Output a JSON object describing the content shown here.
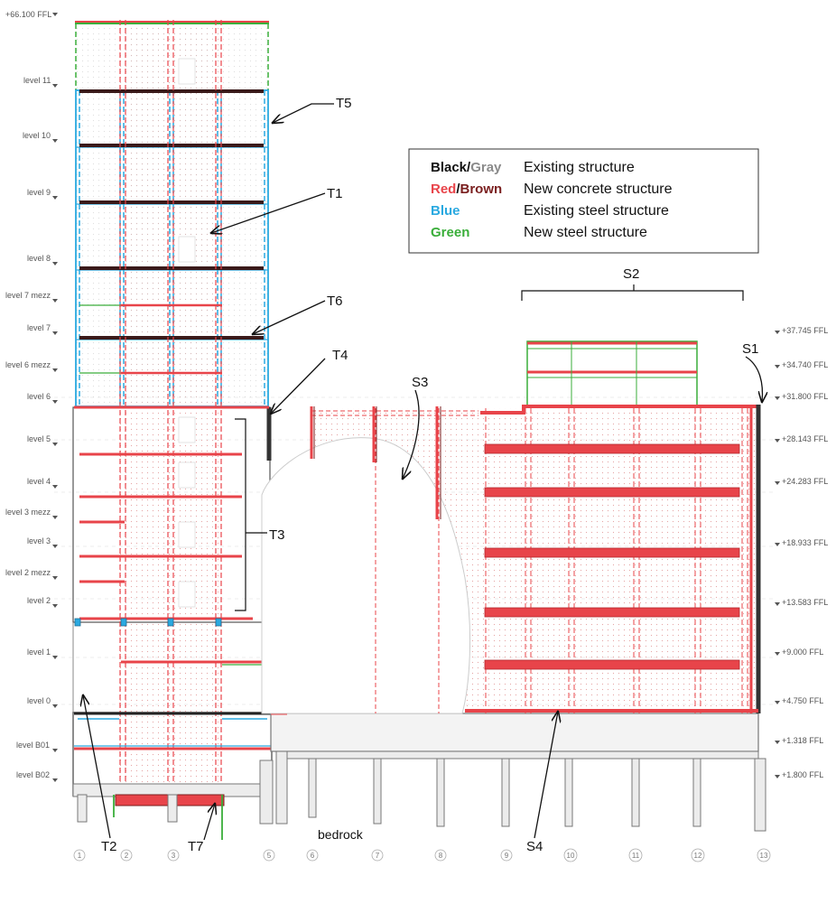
{
  "colors": {
    "existing": "#222222",
    "existing_gray": "#888888",
    "new_concrete": "#e8444a",
    "new_concrete_brown": "#7a1f1f",
    "existing_steel": "#2aa9e0",
    "new_steel": "#3aae3a"
  },
  "levels_left": [
    {
      "label": "+66.100 FFL"
    },
    {
      "label": "level 11"
    },
    {
      "label": "level 10"
    },
    {
      "label": "level 9"
    },
    {
      "label": "level 8"
    },
    {
      "label": "level 7 mezz"
    },
    {
      "label": "level 7"
    },
    {
      "label": "level 6 mezz"
    },
    {
      "label": "level 6"
    },
    {
      "label": "level 5"
    },
    {
      "label": "level 4"
    },
    {
      "label": "level 3 mezz"
    },
    {
      "label": "level 3"
    },
    {
      "label": "level 2 mezz"
    },
    {
      "label": "level 2"
    },
    {
      "label": "level 1"
    },
    {
      "label": "level 0"
    },
    {
      "label": "level B01"
    },
    {
      "label": "level B02"
    }
  ],
  "levels_right": [
    {
      "label": "+37.745 FFL"
    },
    {
      "label": "+34.740 FFL"
    },
    {
      "label": "+31.800 FFL"
    },
    {
      "label": "+28.143 FFL"
    },
    {
      "label": "+24.283 FFL"
    },
    {
      "label": "+18.933 FFL"
    },
    {
      "label": "+13.583 FFL"
    },
    {
      "label": "+9.000 FFL"
    },
    {
      "label": "+4.750 FFL"
    },
    {
      "label": "+1.318 FFL"
    },
    {
      "label": "+1.800 FFL"
    }
  ],
  "tags": {
    "T1": "T1",
    "T2": "T2",
    "T3": "T3",
    "T4": "T4",
    "T5": "T5",
    "T6": "T6",
    "T7": "T7",
    "S1": "S1",
    "S2": "S2",
    "S3": "S3",
    "S4": "S4"
  },
  "bedrock": "bedrock",
  "grid_labels": [
    "1",
    "2",
    "3",
    "5",
    "6",
    "7",
    "8",
    "9",
    "10",
    "11",
    "12",
    "13"
  ],
  "legend": [
    {
      "key_a": "Black",
      "sep": "/",
      "key_b": "Gray",
      "desc": "Existing structure"
    },
    {
      "key_a": "Red",
      "sep": "/",
      "key_b": "Brown",
      "desc": "New concrete structure"
    },
    {
      "key_a": "Blue",
      "sep": "",
      "key_b": "",
      "desc": "Existing steel structure"
    },
    {
      "key_a": "Green",
      "sep": "",
      "key_b": "",
      "desc": "New steel structure"
    }
  ]
}
